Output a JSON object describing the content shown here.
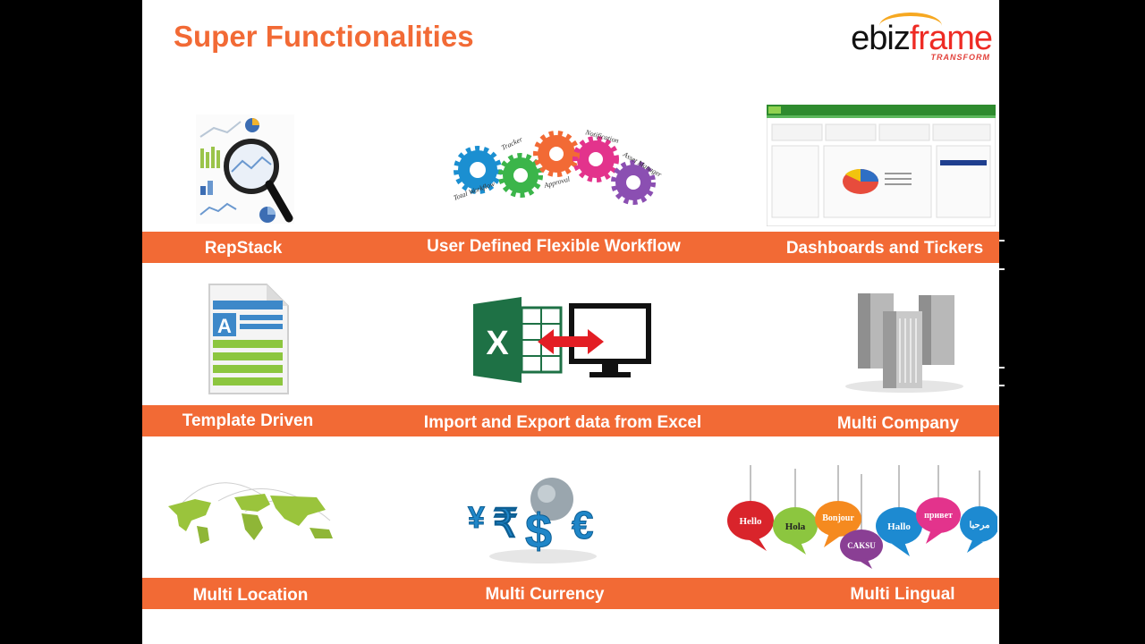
{
  "slide": {
    "title": "Super Functionalities",
    "logo": {
      "text_main": "ebiz",
      "text_accent": "frame",
      "tagline": "TRANSFORM"
    }
  },
  "features": [
    {
      "label": "RepStack",
      "icon": "magnifier-chart-icon"
    },
    {
      "label": "User Defined Flexible Workflow",
      "icon": "gears-workflow-icon"
    },
    {
      "label": "Dashboards and Tickers",
      "icon": "dashboard-screenshot-icon"
    },
    {
      "label": "Template Driven",
      "icon": "template-document-icon"
    },
    {
      "label": "Import   and Export data from Excel",
      "icon": "excel-monitor-icon"
    },
    {
      "label": "Multi Company",
      "icon": "buildings-icon"
    },
    {
      "label": "Multi Location",
      "icon": "world-map-icon"
    },
    {
      "label": "Multi Currency",
      "icon": "currency-globe-icon"
    },
    {
      "label": "Multi Lingual",
      "icon": "speech-bubbles-icon"
    }
  ],
  "bubbles": [
    "Hello",
    "Hola",
    "Bonjour",
    "Hallo",
    "привет",
    "CAKSU",
    "مرحبا"
  ],
  "gear_words": [
    "Tracker",
    "Total Workflow",
    "Approval",
    "Notification",
    "Asset Manager"
  ],
  "currency_glyphs": [
    "¥",
    "₹",
    "$",
    "€"
  ],
  "colors": {
    "accent": "#f26a35",
    "band_text": "#ffffff",
    "logo_red": "#ee2b24",
    "logo_arc": "#f6a821"
  }
}
